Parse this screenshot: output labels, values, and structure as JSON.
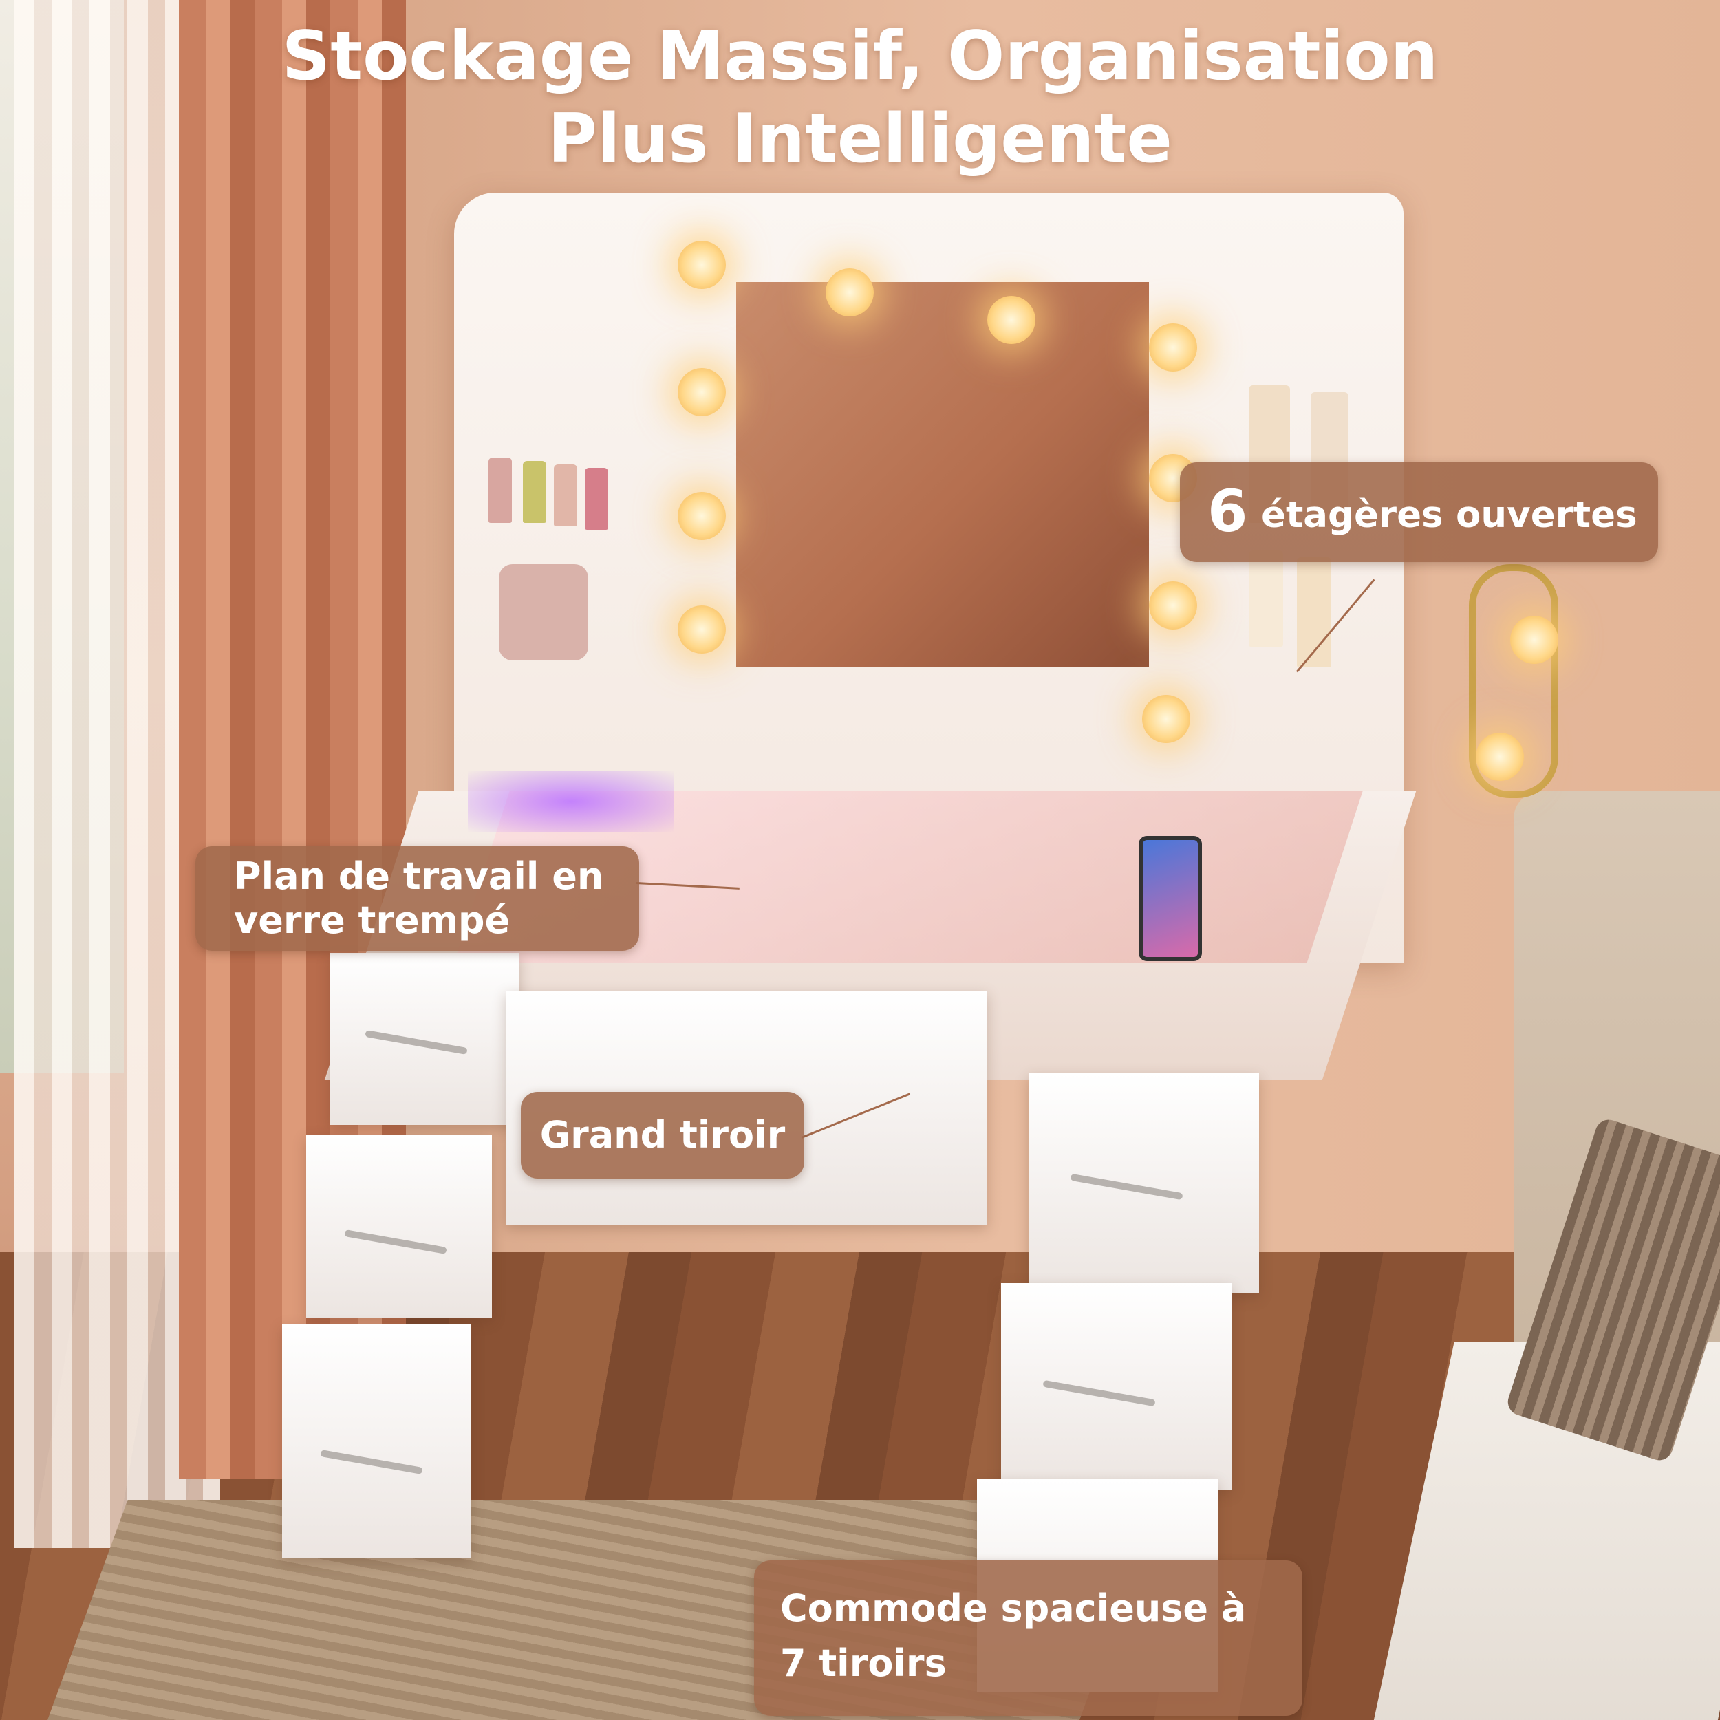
{
  "title": {
    "line1": "Stockage Massif, Organisation",
    "line2": "Plus Intelligente"
  },
  "callouts": {
    "open_shelves": {
      "number": "6",
      "text": "étagères ouvertes"
    },
    "glass_top": {
      "line1": "Plan de travail en",
      "line2": "verre trempé"
    },
    "big_drawer": {
      "text": "Grand tiroir"
    },
    "dresser": {
      "line1": "Commode spacieuse à",
      "line2": "7 tiroirs"
    }
  },
  "colors": {
    "callout_bg": "#a0694b",
    "title_text": "#ffffff",
    "wall": "#e3b597",
    "vanity": "#fbf6f2"
  }
}
